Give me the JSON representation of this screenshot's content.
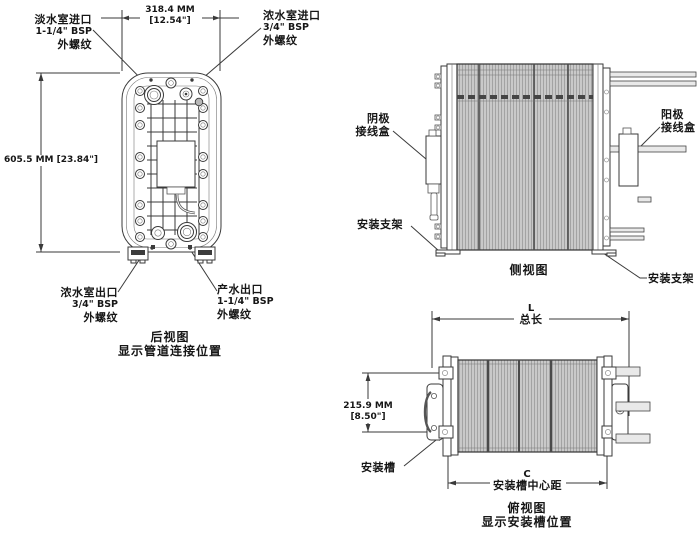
{
  "rear_view": {
    "dim_width_mm": "318.4 MM",
    "dim_width_in": "[12.54\"]",
    "dim_height": "605.5 MM [23.84\"]",
    "dilute_inlet": [
      "淡水室进口",
      "1-1/4\" BSP",
      "外螺纹"
    ],
    "concentrate_inlet": [
      "浓水室进口",
      "3/4\" BSP",
      "外螺纹"
    ],
    "concentrate_outlet": [
      "浓水室出口",
      "3/4\" BSP",
      "外螺纹"
    ],
    "product_outlet": [
      "产水出口",
      "1-1/4\" BSP",
      "外螺纹"
    ],
    "caption": [
      "后视图",
      "显示管道连接位置"
    ]
  },
  "side_view": {
    "cathode_box": [
      "阴极",
      "接线盒"
    ],
    "anode_box": [
      "阳极",
      "接线盒"
    ],
    "bracket_left": "安装支架",
    "bracket_right": "安装支架",
    "caption": "侧视图"
  },
  "top_view": {
    "length_dim": {
      "letter": "L",
      "label": "总长"
    },
    "depth_dim": "215.9 MM [8.50\"]",
    "slot_label": "安装槽",
    "slot_center_dim": {
      "letter": "C",
      "label": "安装槽中心距"
    },
    "caption": [
      "俯视图",
      "显示安装槽位置"
    ]
  },
  "colors": {
    "line": "#3a3a3a",
    "stack_fill": "#c9c9c9",
    "stack_stripe": "#a3a3a3",
    "text": "#1a1a1a",
    "background": "#ffffff"
  }
}
